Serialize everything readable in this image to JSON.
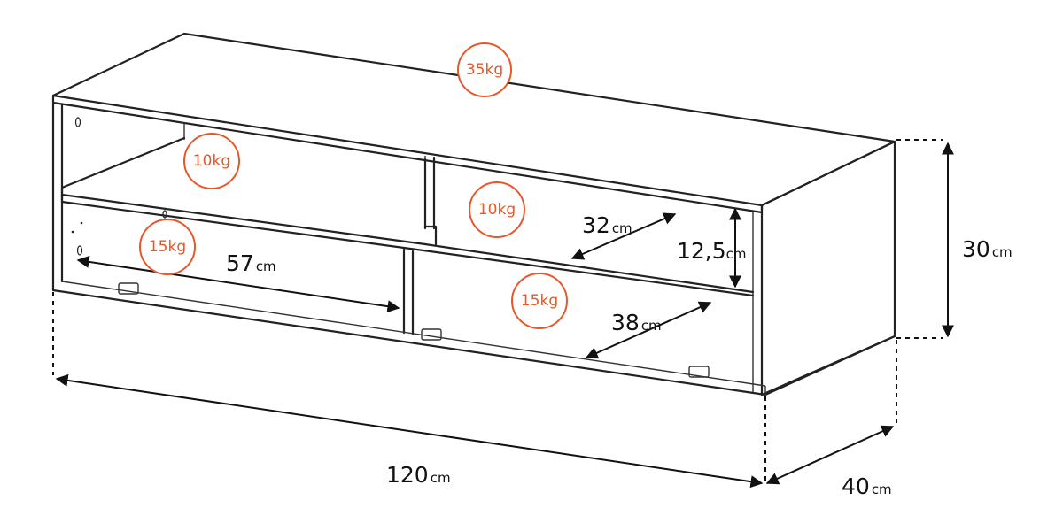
{
  "accent_color": "#e8572a",
  "load_badges": {
    "top": "35kg",
    "upper_left": "10kg",
    "upper_right": "10kg",
    "lower_left": "15kg",
    "lower_right": "15kg"
  },
  "dimensions": {
    "width": {
      "value": "120",
      "unit": "cm"
    },
    "depth": {
      "value": "40",
      "unit": "cm"
    },
    "height": {
      "value": "30",
      "unit": "cm"
    },
    "lower_left_width": {
      "value": "57",
      "unit": "cm"
    },
    "inner_depth_upper": {
      "value": "32",
      "unit": "cm"
    },
    "shelf_height": {
      "value": "12,5",
      "unit": "cm"
    },
    "inner_depth_lower": {
      "value": "38",
      "unit": "cm"
    }
  }
}
